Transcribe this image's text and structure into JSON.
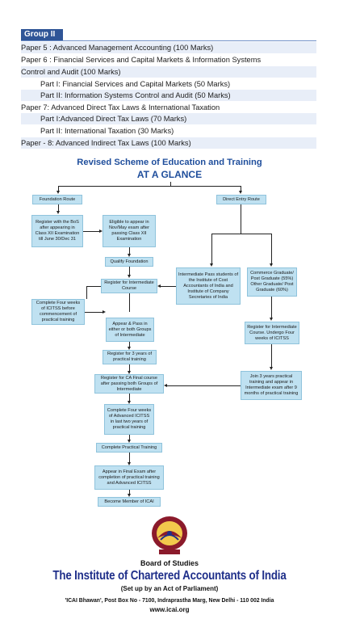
{
  "group_label": "Group II",
  "papers": [
    "Paper 5 : Advanced Management Accounting (100 Marks)",
    "Paper 6 : Financial Services and Capital Markets & Information Systems",
    "Control and Audit (100 Marks)",
    "Part I: Financial Services and Capital Markets (50 Marks)",
    "Part II: Information Systems Control and Audit (50 Marks)",
    "Paper 7: Advanced Direct Tax Laws & International Taxation",
    "Part I:Advanced Direct Tax Laws (70 Marks)",
    "Part II: International Taxation (30 Marks)",
    "Paper - 8: Advanced Indirect Tax Laws (100 Marks)"
  ],
  "scheme": {
    "title": "Revised Scheme of Education and Training",
    "subtitle": "AT A GLANCE"
  },
  "flow": {
    "foundation_route": "Foundation Route",
    "direct_entry_route": "Direct Entry Route",
    "register_bos": "Register with the BoS after appearing in Class XII Examination till June 30/Dec 31",
    "eligible": "Eligible to appear in Nov/May exam after passing Class XII Examination",
    "qualify_foundation": "Qualify Foundation",
    "intermediate_pass": "Intermediate Pass students of the Institute of Cost Accountants of India and Institute of Company Secretaries of India",
    "commerce_graduate": "Commerce Graduate/ Post Graduate (55%) Other Graduate/ Post Graduate (60%)",
    "register_intermediate": "Register for Intermediate Course",
    "complete_icitss": "Complete Four weeks of ICITSS before commencement of practical training",
    "appear_pass": "Appear & Pass in either or both Groups of Intermediate",
    "register_intermediate_undergo": "Register for Intermediate Course. Undergo Four weeks of ICITSS",
    "register_3_years": "Register for 3 years of practical training",
    "register_ca_final": "Register for CA Final course after passing both Groups of Intermediate",
    "join_3_years": "Join 3 years practical training and appear in Intermediate exam after 9 months of practical training",
    "complete_advanced": "Complete Four weeks of Advanced ICITSS in last two years of practical training",
    "complete_practical": "Complete Practical Training",
    "appear_final": "Appear in Final Exam after completion of practical training and Advanced ICITSS",
    "become_member": "Become Member of ICAI"
  },
  "footer": {
    "board": "Board of Studies",
    "institute": "The Institute of Chartered Accountants of India",
    "setup": "(Set up by an Act of Parliament)",
    "address": "'ICAI Bhawan', Post Box No - 7100, Indraprastha Marg, New Delhi - 110 002 India",
    "website": "www.icai.org"
  },
  "colors": {
    "group_bar": "#2f5597",
    "title": "#1f4e9c",
    "box_fill": "#bfe1f1",
    "row_shade": "#e8eef8",
    "institute_name": "#1f2f8a",
    "logo_primary": "#8b1a2b",
    "logo_accent": "#e3b420"
  }
}
